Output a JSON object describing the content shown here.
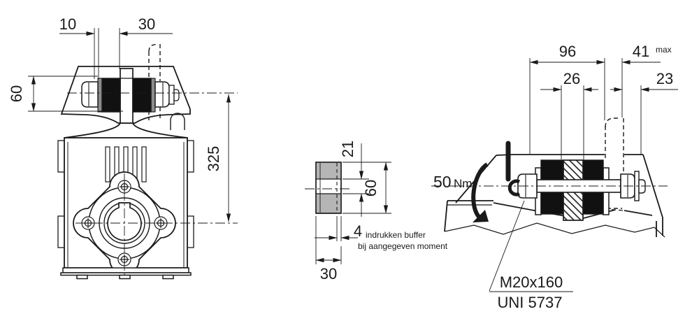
{
  "front_view": {
    "dim_10": "10",
    "dim_30": "30",
    "dim_60": "60",
    "dim_325": "325"
  },
  "buffer_detail": {
    "dim_21": "21",
    "dim_60": "60",
    "dim_4": "4",
    "note1": "indrukken buffer",
    "note2": "bij aangegeven moment",
    "dim_30": "30"
  },
  "side_view": {
    "dim_96": "96",
    "dim_41": "41",
    "dim_41_suffix": "max",
    "dim_26": "26",
    "dim_23": "23",
    "torque_value": "50",
    "torque_unit": "Nm",
    "bolt_size": "M20x160",
    "bolt_standard": "UNI 5737"
  },
  "colors": {
    "line": "#1a1a1a",
    "rubber": "#111111",
    "buffer_section": "#b5b5b5",
    "background": "#ffffff"
  }
}
